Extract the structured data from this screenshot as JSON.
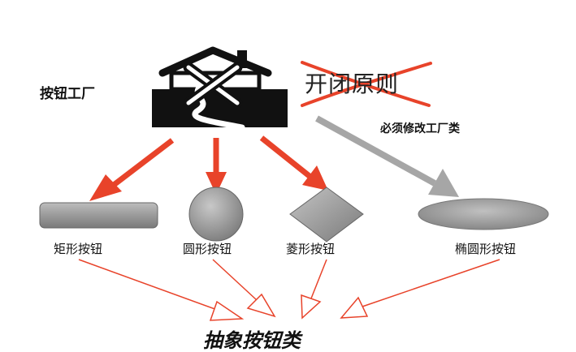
{
  "labels": {
    "factory": "按钮工厂",
    "principle": "开闭原则",
    "modify": "必须修改工厂类",
    "rect_button": "矩形按钮",
    "circle_button": "圆形按钮",
    "diamond_button": "菱形按钮",
    "ellipse_button": "椭圆形按钮",
    "abstract_class": "抽象按钮类"
  },
  "colors": {
    "red": "#e8432a",
    "gray_arrow": "#a6a6a6",
    "shape_fill": "#9a9a9a",
    "factory_black": "#111111"
  },
  "icons": {
    "factory": "factory-building-icon",
    "cross": "red-x-cross-icon"
  }
}
